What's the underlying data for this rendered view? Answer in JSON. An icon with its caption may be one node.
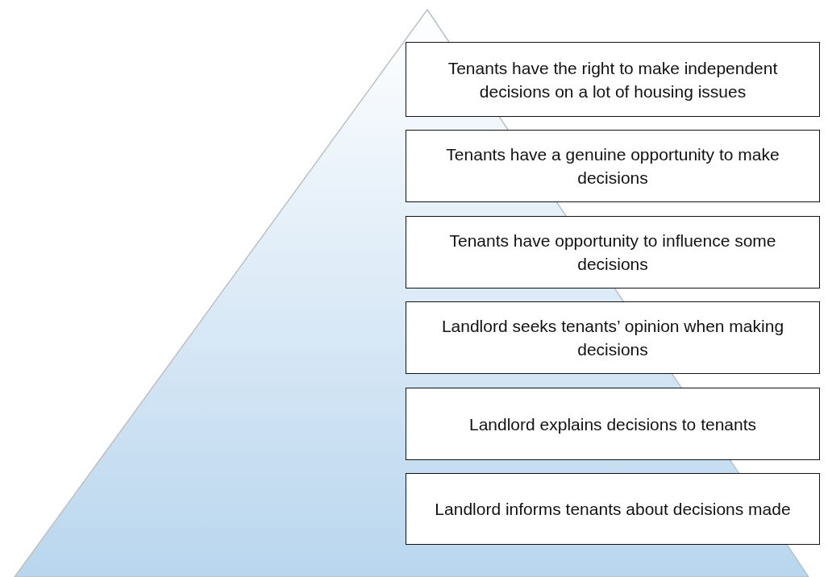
{
  "diagram": {
    "nodes": [
      {
        "text": [
          "Tenants have the right to make independent decisions on a lot of housing issues"
        ]
      },
      {
        "text": [
          "Tenants have a genuine opportunity to make decisions"
        ]
      },
      {
        "text": [
          "Tenants have opportunity to influence some decisions"
        ]
      },
      {
        "text": [
          "Landlord seeks tenants’ opinion when making decisions"
        ]
      },
      {
        "text": [
          "Landlord explains decisions to tenants"
        ]
      },
      {
        "text": [
          "Landlord informs tenants about decisions made"
        ]
      }
    ]
  }
}
